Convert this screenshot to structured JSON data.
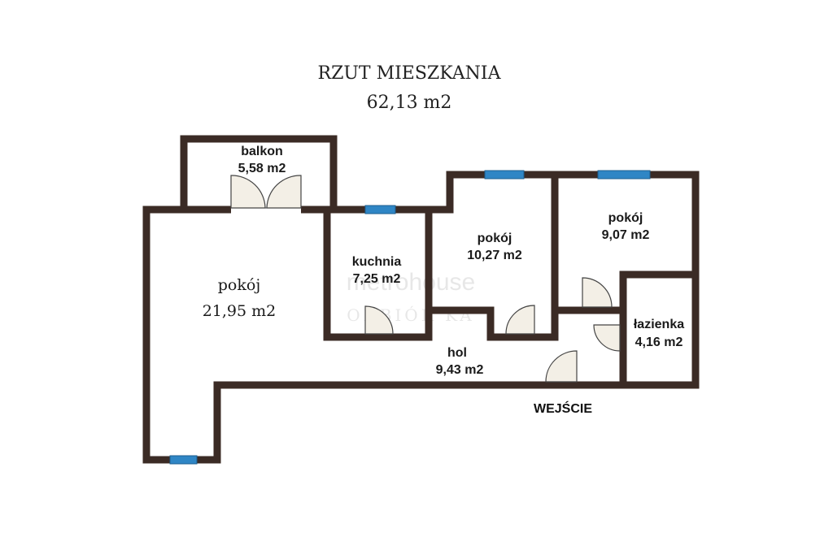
{
  "title": "RZUT MIESZKANIA",
  "total_area": "62,13 m2",
  "entrance_label": "WEJŚCIE",
  "watermark": {
    "brand": "metrohouse",
    "sub": "ODBIÓR KA"
  },
  "rooms": {
    "balcony": {
      "name": "balkon",
      "area": "5,58 m2"
    },
    "living_room": {
      "name": "pokój",
      "area": "21,95 m2"
    },
    "kitchen": {
      "name": "kuchnia",
      "area": "7,25 m2"
    },
    "room_middle": {
      "name": "pokój",
      "area": "10,27 m2"
    },
    "room_right": {
      "name": "pokój",
      "area": "9,07 m2"
    },
    "bathroom": {
      "name": "łazienka",
      "area": "4,16 m2"
    },
    "hall": {
      "name": "hol",
      "area": "9,43 m2"
    }
  },
  "colors": {
    "wall": "#3b2b25",
    "window": "#2f86c5",
    "door_fill": "#f3efe6",
    "background": "#ffffff"
  }
}
